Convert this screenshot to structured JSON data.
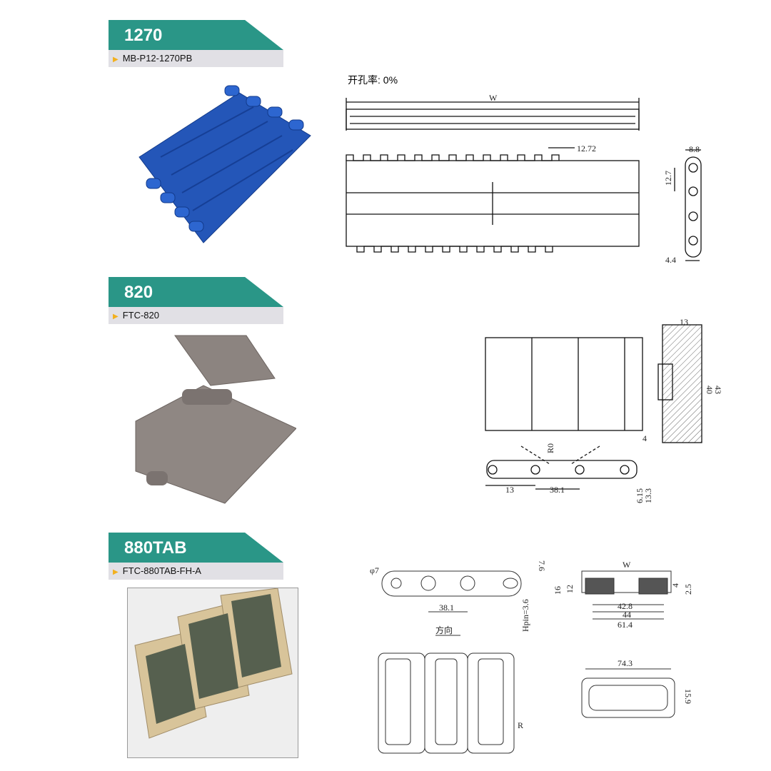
{
  "products": [
    {
      "code": "1270",
      "model": "MB-P12-1270PB",
      "color": "#2456b8"
    },
    {
      "code": "820",
      "model": "FTC-820",
      "color": "#8c8480"
    },
    {
      "code": "880TAB",
      "model": "FTC-880TAB-FH-A",
      "color": "#d8c49a"
    }
  ],
  "drawing1270": {
    "open_area": "开孔率: 0%",
    "width": "W",
    "pitch": "12.72",
    "side_pitch": "12.7",
    "side_width": "8.8",
    "side_bottom": "4.4"
  },
  "drawing820": {
    "top": "13",
    "h1": "40",
    "h2": "43",
    "left": "4",
    "radius": "R0",
    "pitch": "38.1",
    "edge": "13",
    "t1": "6.15",
    "t2": "13.3"
  },
  "drawing880": {
    "hole": "φ7",
    "pitch": "38.1",
    "t1": "7.6",
    "pin": "Hpin=3.6",
    "direction": "方向",
    "width": "W",
    "h16": "16",
    "h12": "12",
    "d4": "4",
    "d25": "2.5",
    "w428": "42.8",
    "w44": "44",
    "w614": "61.4",
    "top_w": "74.3",
    "top_h": "15.9",
    "r": "R"
  }
}
